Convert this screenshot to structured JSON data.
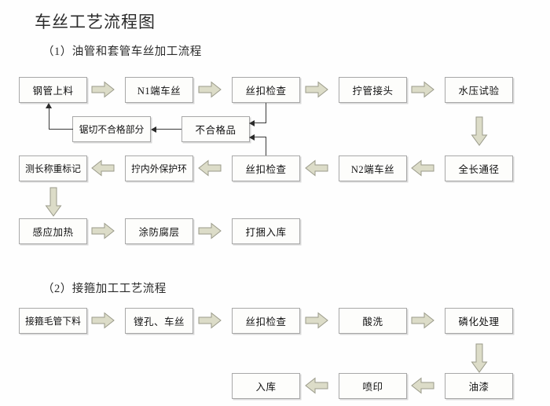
{
  "document": {
    "title": "车丝工艺流程图"
  },
  "sections": [
    {
      "heading": "（1）油管和套管车丝加工流程",
      "nodes": [
        {
          "id": "n1",
          "label": "钢管上料"
        },
        {
          "id": "n2",
          "label": "N1端车丝"
        },
        {
          "id": "n3",
          "label": "丝扣检查"
        },
        {
          "id": "n4",
          "label": "拧管接头"
        },
        {
          "id": "n5",
          "label": "水压试验"
        },
        {
          "id": "n6",
          "label": "锯切不合格部分"
        },
        {
          "id": "n7",
          "label": "不合格品"
        },
        {
          "id": "n8",
          "label": "测长称重标记"
        },
        {
          "id": "n9",
          "label": "拧内外保护环"
        },
        {
          "id": "n10",
          "label": "丝扣检查"
        },
        {
          "id": "n11",
          "label": "N2端车丝"
        },
        {
          "id": "n12",
          "label": "全长通径"
        },
        {
          "id": "n13",
          "label": "感应加热"
        },
        {
          "id": "n14",
          "label": "涂防腐层"
        },
        {
          "id": "n15",
          "label": "打捆入库"
        }
      ]
    },
    {
      "heading": "（2）接箍加工工艺流程",
      "nodes": [
        {
          "id": "m1",
          "label": "接箍毛管下料"
        },
        {
          "id": "m2",
          "label": "镗孔、车丝"
        },
        {
          "id": "m3",
          "label": "丝扣检查"
        },
        {
          "id": "m4",
          "label": "酸洗"
        },
        {
          "id": "m5",
          "label": "磷化处理"
        },
        {
          "id": "m6",
          "label": "入库"
        },
        {
          "id": "m7",
          "label": "喷印"
        },
        {
          "id": "m8",
          "label": "油漆"
        }
      ]
    }
  ],
  "colors": {
    "arrow_fill": "#dcdcc8",
    "arrow_stroke": "#9a9a8a",
    "box_border": "#a8a8a8",
    "box_fill": "#fdfdfb",
    "line": "#3a3a3a",
    "text": "#111111"
  },
  "icons": {
    "arrow_right": "arrow-right-icon",
    "arrow_left": "arrow-left-icon",
    "arrow_down": "arrow-down-icon"
  }
}
